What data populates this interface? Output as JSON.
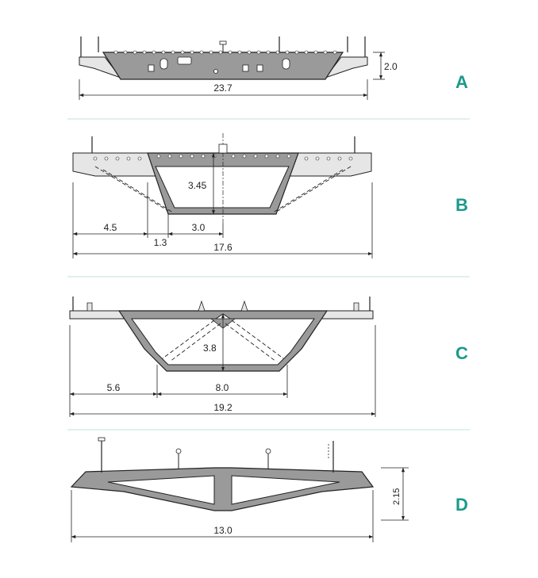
{
  "colors": {
    "accent": "#1a9a8c",
    "section_fill": "#9a9a9a",
    "section_light": "#dcdcdc",
    "line": "#222222",
    "separator": "#bfe3de"
  },
  "sections": [
    {
      "label": "A",
      "dims": {
        "width": "23.7",
        "height": "2.0"
      }
    },
    {
      "label": "B",
      "dims": {
        "a": "4.5",
        "b": "1.3",
        "c": "3.0",
        "height": "3.45",
        "total": "17.6"
      }
    },
    {
      "label": "C",
      "dims": {
        "a": "5.6",
        "b": "8.0",
        "height": "3.8",
        "total": "19.2"
      }
    },
    {
      "label": "D",
      "dims": {
        "height": "2.15",
        "total": "13.0"
      }
    }
  ]
}
